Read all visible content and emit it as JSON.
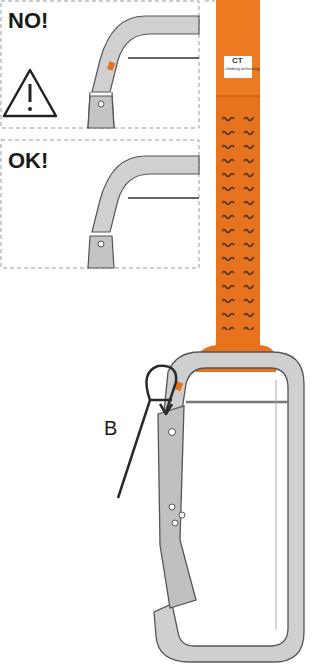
{
  "diagram": {
    "labels": [
      "NO!",
      "OK!",
      "B",
      "CT",
      "climbing technology"
    ]
  }
}
